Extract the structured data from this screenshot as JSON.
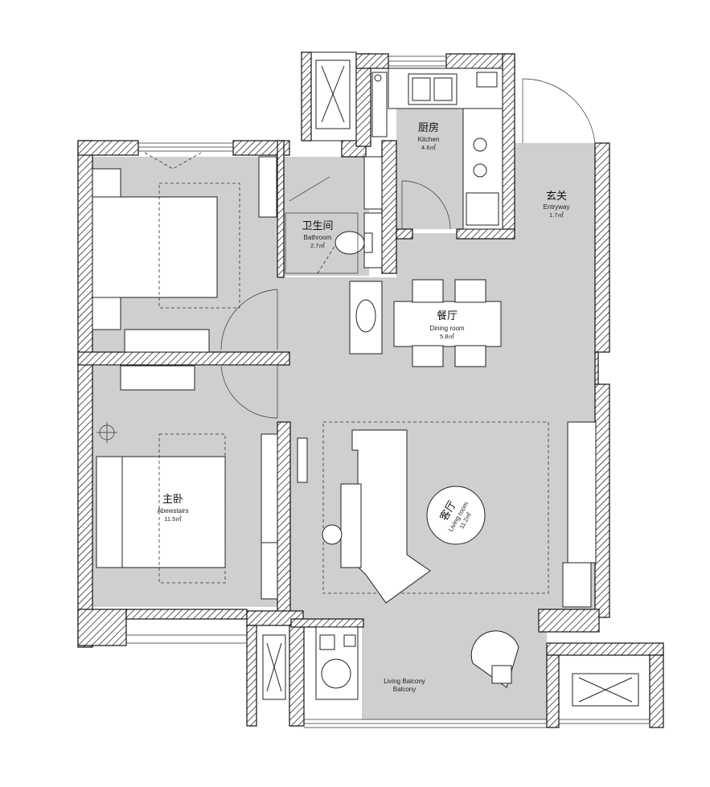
{
  "rooms": {
    "kitchen": {
      "zh": "厨房",
      "en": "Kitchen",
      "area": "4.6㎡"
    },
    "entryway": {
      "zh": "玄关",
      "en": "Entryway",
      "area": "1.7㎡"
    },
    "bathroom": {
      "zh": "卫生间",
      "en": "Bathroom",
      "area": "2.7㎡"
    },
    "dining": {
      "zh": "餐厅",
      "en": "Dining room",
      "area": "5.8㎡"
    },
    "master": {
      "zh": "主卧",
      "en": "Abewstairs",
      "area": "11.5㎡"
    },
    "living": {
      "zh": "客厅",
      "en": "Living room",
      "area": "11.2㎡"
    },
    "balcony": {
      "en1": "Living Balcony",
      "en2": "Balcony"
    }
  },
  "colors": {
    "floor": "#cfcfcf",
    "wall": "#111111",
    "furniture": "#ffffff"
  }
}
